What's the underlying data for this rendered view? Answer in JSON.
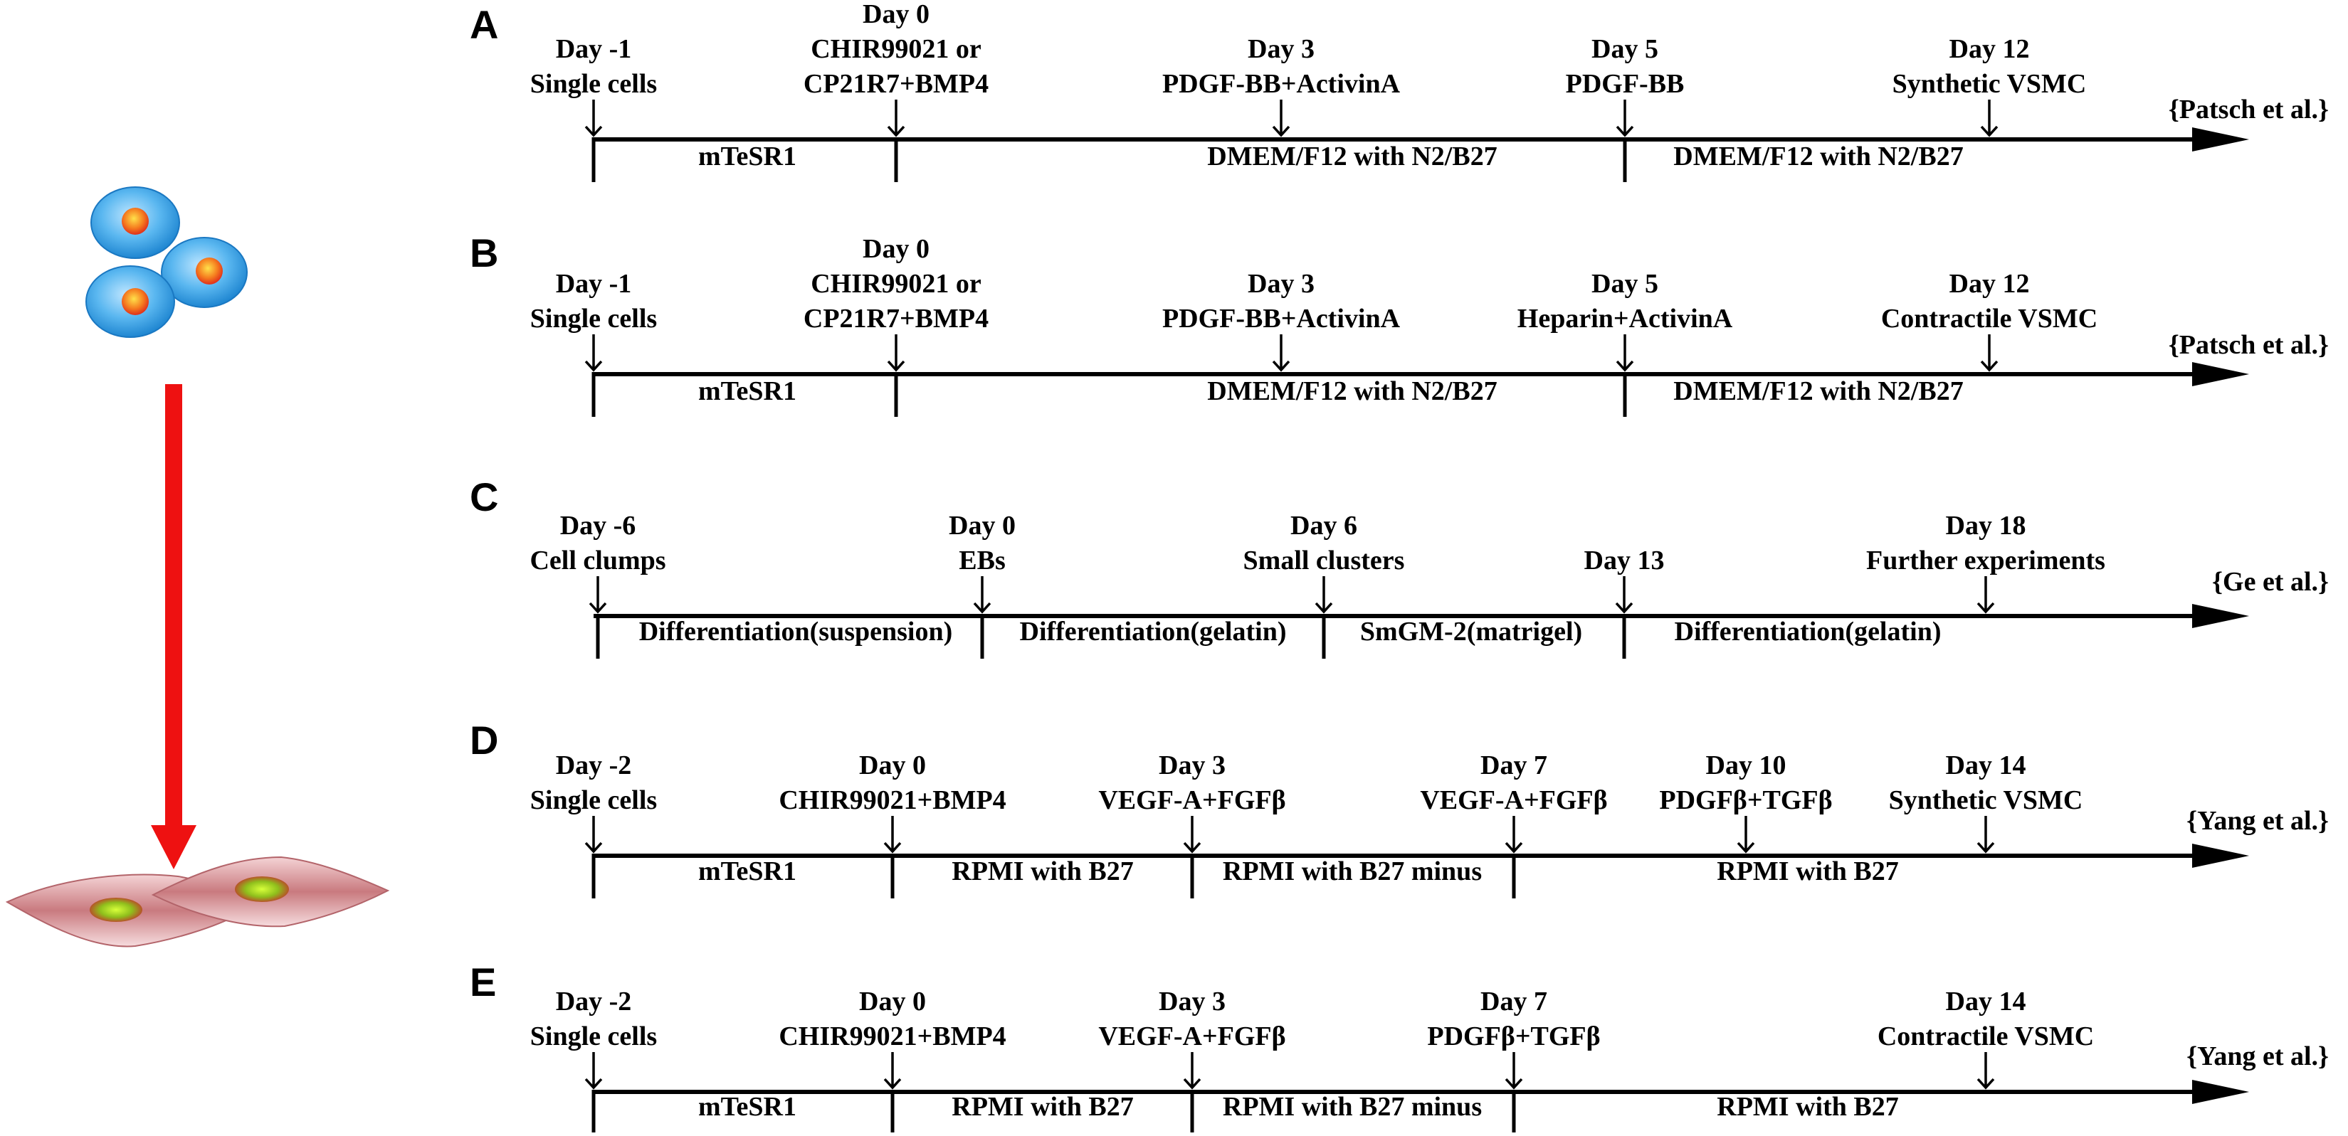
{
  "colors": {
    "line": "#000000",
    "arrow_red": "#ee1111",
    "stem_cell_blue": "#3aa3e6",
    "stem_nucleus": "#f6771c",
    "smc_pink": "#c97a7f",
    "smc_nucleus": "#9acd32"
  },
  "illustration": {
    "top": "stem-cells-icon",
    "arrow": "red-down-arrow-icon",
    "bottom": "smooth-muscle-cells-icon"
  },
  "panels": [
    {
      "id": "A",
      "reference": "{Patsch et al.}",
      "events": [
        {
          "lines": [
            "Day -1",
            "Single cells"
          ]
        },
        {
          "lines": [
            "Day 0",
            "CHIR99021 or",
            "CP21R7+BMP4"
          ]
        },
        {
          "lines": [
            "Day 3",
            "PDGF-BB+ActivinA"
          ]
        },
        {
          "lines": [
            "Day 5",
            "PDGF-BB"
          ]
        },
        {
          "lines": [
            "Day 12",
            "Synthetic VSMC"
          ]
        }
      ],
      "media": [
        "mTeSR1",
        "DMEM/F12 with N2/B27",
        "DMEM/F12 with N2/B27"
      ]
    },
    {
      "id": "B",
      "reference": "{Patsch et al.}",
      "events": [
        {
          "lines": [
            "Day -1",
            "Single cells"
          ]
        },
        {
          "lines": [
            "Day 0",
            "CHIR99021 or",
            "CP21R7+BMP4"
          ]
        },
        {
          "lines": [
            "Day 3",
            "PDGF-BB+ActivinA"
          ]
        },
        {
          "lines": [
            "Day 5",
            "Heparin+ActivinA"
          ]
        },
        {
          "lines": [
            "Day 12",
            "Contractile VSMC"
          ]
        }
      ],
      "media": [
        "mTeSR1",
        "DMEM/F12 with N2/B27",
        "DMEM/F12 with N2/B27"
      ]
    },
    {
      "id": "C",
      "reference": "{Ge et al.}",
      "events": [
        {
          "lines": [
            "Day -6",
            "Cell clumps"
          ]
        },
        {
          "lines": [
            "Day 0",
            "EBs"
          ]
        },
        {
          "lines": [
            "Day 6",
            "Small clusters"
          ]
        },
        {
          "lines": [
            "Day 13"
          ]
        },
        {
          "lines": [
            "Day 18",
            "Further experiments"
          ]
        }
      ],
      "media": [
        "Differentiation(suspension)",
        "Differentiation(gelatin)",
        "SmGM-2(matrigel)",
        "Differentiation(gelatin)"
      ]
    },
    {
      "id": "D",
      "reference": "{Yang et al.}",
      "events": [
        {
          "lines": [
            "Day -2",
            "Single cells"
          ]
        },
        {
          "lines": [
            "Day 0",
            "CHIR99021+BMP4"
          ]
        },
        {
          "lines": [
            "Day 3",
            "VEGF-A+FGFβ"
          ]
        },
        {
          "lines": [
            "Day 7",
            "VEGF-A+FGFβ"
          ]
        },
        {
          "lines": [
            "Day 10",
            "PDGFβ+TGFβ"
          ]
        },
        {
          "lines": [
            "Day 14",
            "Synthetic VSMC"
          ]
        }
      ],
      "media": [
        "mTeSR1",
        "RPMI with B27",
        "RPMI with B27 minus",
        "RPMI with B27"
      ]
    },
    {
      "id": "E",
      "reference": "{Yang et al.}",
      "events": [
        {
          "lines": [
            "Day -2",
            "Single cells"
          ]
        },
        {
          "lines": [
            "Day 0",
            "CHIR99021+BMP4"
          ]
        },
        {
          "lines": [
            "Day 3",
            "VEGF-A+FGFβ"
          ]
        },
        {
          "lines": [
            "Day 7",
            "PDGFβ+TGFβ"
          ]
        },
        {
          "lines": [
            "Day 14",
            "Contractile VSMC"
          ]
        }
      ],
      "media": [
        "mTeSR1",
        "RPMI with B27",
        "RPMI with B27 minus",
        "RPMI with B27"
      ]
    }
  ]
}
